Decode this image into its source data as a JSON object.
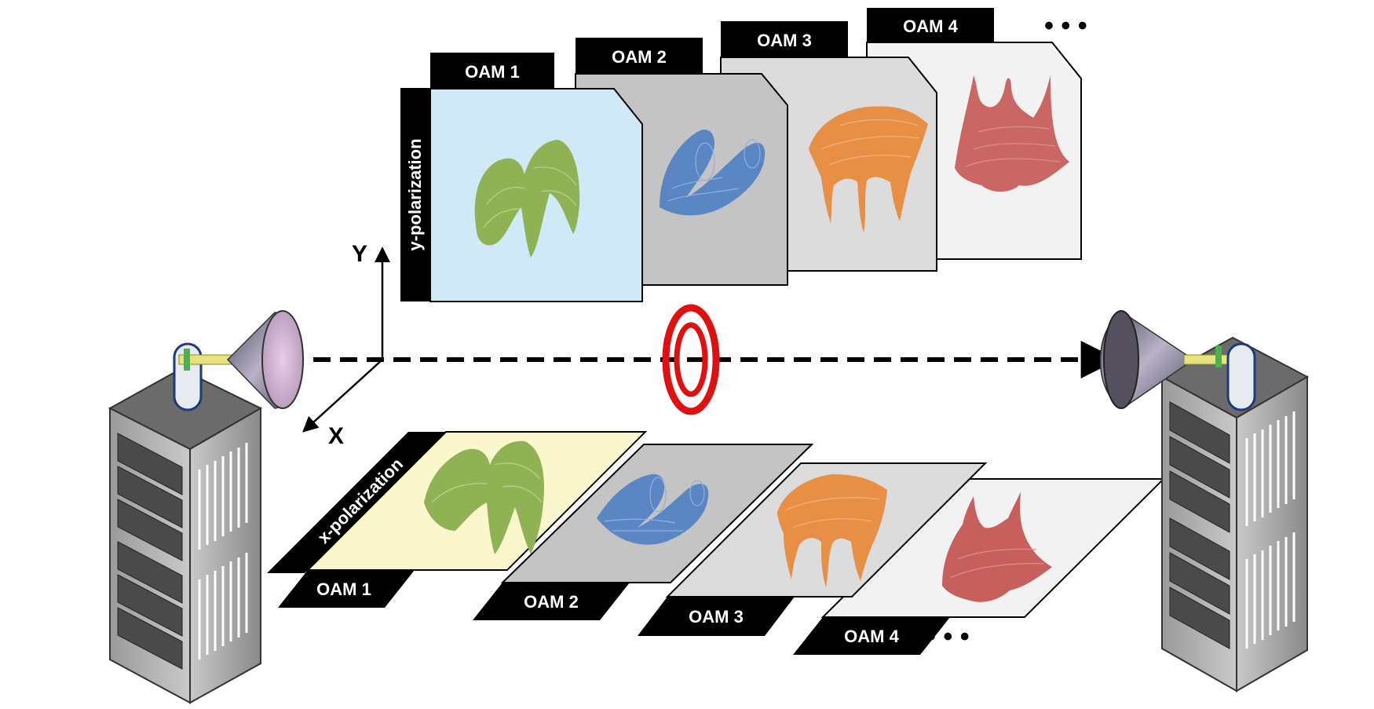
{
  "axes": {
    "y_label": "Y",
    "x_label": "X"
  },
  "y_polarization": {
    "label": "y-polarization",
    "modes": [
      {
        "label": "OAM 1",
        "panel_color": "#cfe9f7",
        "shape_color": "#8fb254",
        "shape": "double-lobe-icon"
      },
      {
        "label": "OAM 2",
        "panel_color": "#c4c4c4",
        "shape_color": "#5b86c4",
        "shape": "spiral-icon"
      },
      {
        "label": "OAM 3",
        "panel_color": "#dcdcdc",
        "shape_color": "#e78f45",
        "shape": "triple-arch-icon"
      },
      {
        "label": "OAM 4",
        "panel_color": "#f2f2f2",
        "shape_color": "#c75f5c",
        "shape": "quad-lobe-icon"
      }
    ],
    "more": "• • •"
  },
  "x_polarization": {
    "label": "x-polarization",
    "modes": [
      {
        "label": "OAM 1",
        "panel_color": "#fbf7cc",
        "shape_color": "#8fb254",
        "shape": "double-lobe-icon"
      },
      {
        "label": "OAM 2",
        "panel_color": "#c4c4c4",
        "shape_color": "#5b86c4",
        "shape": "spiral-icon"
      },
      {
        "label": "OAM 3",
        "panel_color": "#dcdcdc",
        "shape_color": "#e78f45",
        "shape": "triple-arch-icon"
      },
      {
        "label": "OAM 4",
        "panel_color": "#f2f2f2",
        "shape_color": "#c75f5c",
        "shape": "quad-lobe-icon"
      }
    ],
    "more": "• • •"
  },
  "beam": {
    "vortex_color": "#e01010",
    "line_color": "#000000"
  },
  "icons": {
    "transmitter": "server-rack-icon",
    "receiver": "server-rack-icon",
    "antenna": "horn-antenna-icon"
  }
}
